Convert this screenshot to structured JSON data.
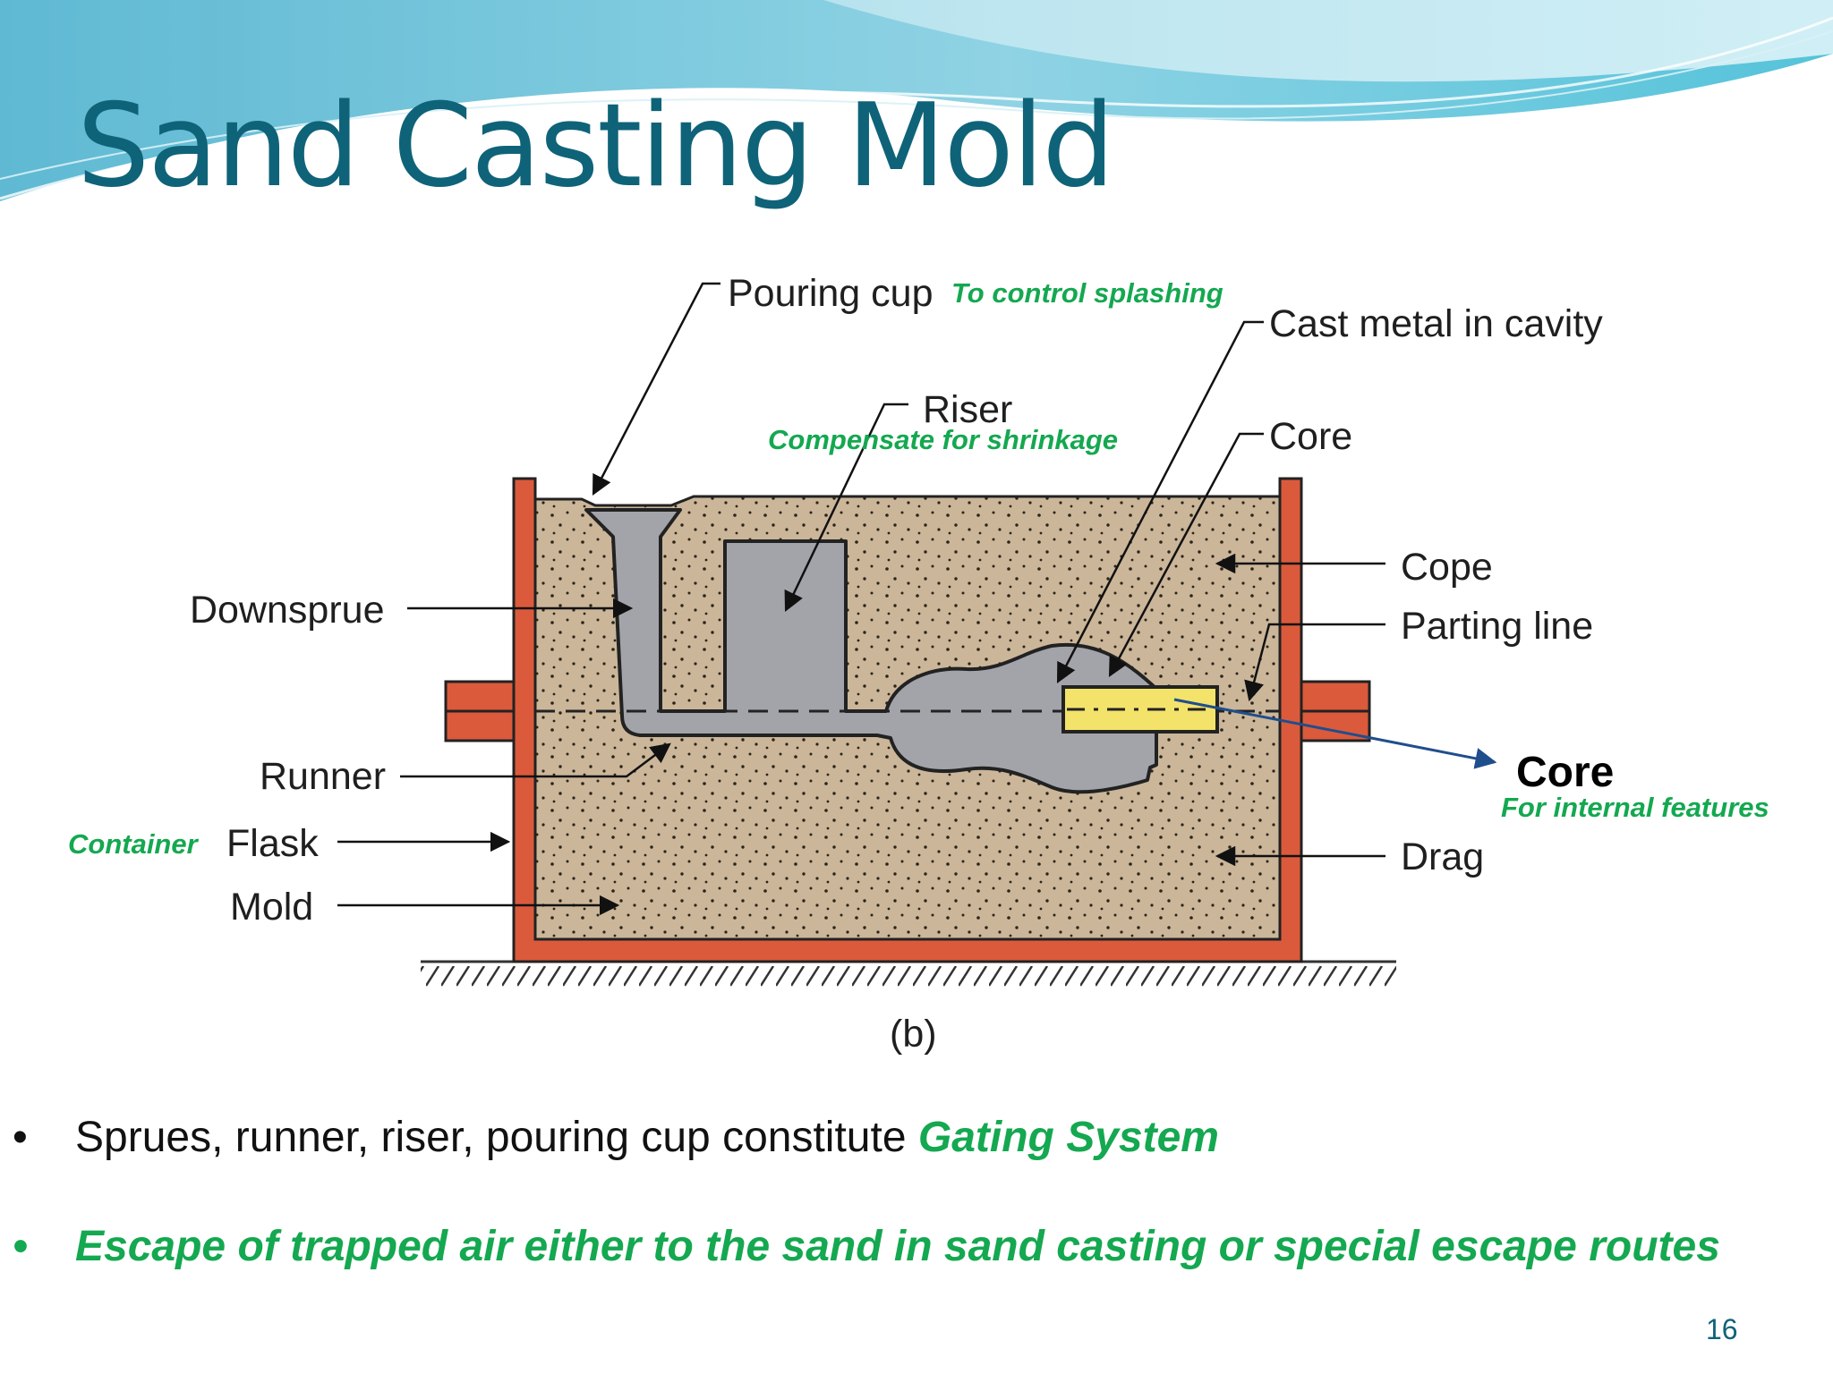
{
  "slide": {
    "title": "Sand Casting Mold",
    "page_number": "16"
  },
  "diagram": {
    "labels": {
      "pouring_cup": "Pouring cup",
      "cast_metal": "Cast metal in cavity",
      "riser": "Riser",
      "core": "Core",
      "cope": "Cope",
      "parting_line": "Parting line",
      "downsprue": "Downsprue",
      "runner": "Runner",
      "flask": "Flask",
      "mold": "Mold",
      "drag": "Drag",
      "figure_label": "(b)"
    },
    "notes": {
      "pouring_cup": "To control splashing",
      "riser": "Compensate for shrinkage",
      "core_title": "Core",
      "core": "For internal features",
      "flask": "Container"
    }
  },
  "bullets": [
    {
      "text": "Sprues, runner, riser, pouring cup constitute ",
      "highlight": "Gating System"
    },
    {
      "text": "Escape of trapped air either to the sand in sand casting or special escape routes"
    }
  ],
  "colors": {
    "title": "#0f6378",
    "highlight": "#14a850",
    "flask": "#db5a3c",
    "sand": "#cbb69a",
    "metal": "#a3a4a9",
    "core": "#f3e36a",
    "annotation_arrow": "#1f4e8c"
  },
  "bullet_glyph": "•"
}
